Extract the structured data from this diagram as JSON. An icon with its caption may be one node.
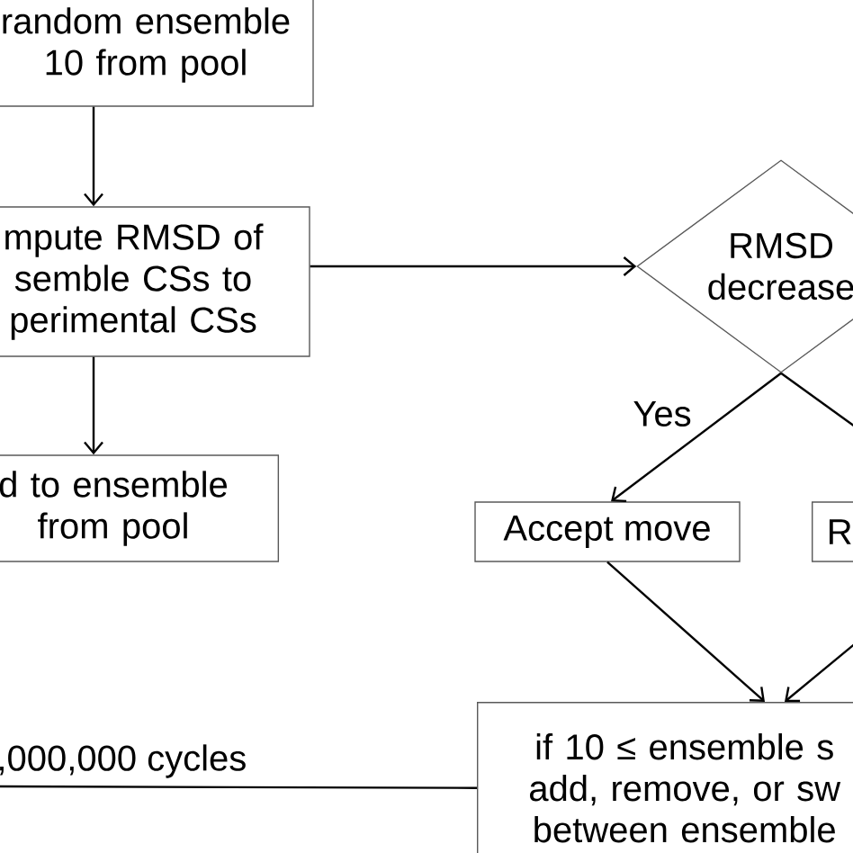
{
  "diagram": {
    "nodes": [
      {
        "text": [
          "random ensemble 10 from pool"
        ]
      },
      {
        "text": [
          "mpute RMSD of semble CSs to perimental CSs"
        ]
      },
      {
        "text": [
          "d to ensemble from pool"
        ]
      },
      {
        "text": [
          "RMSD decrease"
        ]
      },
      {
        "text": [
          "Accept move"
        ]
      },
      {
        "text": [
          "R"
        ]
      },
      {
        "text": [
          "if 10 ≤ ensemble s add, remove, or sw between ensemble"
        ]
      }
    ],
    "edges": [
      {
        "from": 0,
        "to": 1,
        "arrow": "to"
      },
      {
        "from": 1,
        "to": 2,
        "arrow": "to"
      },
      {
        "from": 1,
        "to": 3,
        "arrow": "to"
      },
      {
        "from": 3,
        "to": 4,
        "arrow": "to",
        "label": "Yes"
      },
      {
        "from": 3,
        "to": null,
        "arrow": "none"
      },
      {
        "from": 4,
        "to": 6,
        "arrow": "to"
      },
      {
        "from": null,
        "to": 6,
        "arrow": "to"
      },
      {
        "from": 6,
        "to": null,
        "arrow": "none",
        "label": ",000,000 cycles"
      }
    ]
  }
}
